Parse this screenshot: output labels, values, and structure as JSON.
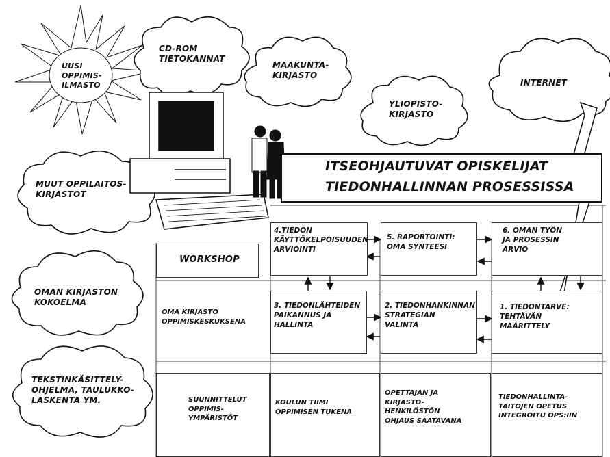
{
  "title": {
    "line1": "ITSEOHJAUTUVAT OPISKELIJAT",
    "line2": "TIEDONHALLINNAN PROSESSISSA"
  },
  "sun": {
    "text": "UUSI\nOPPIMIS-\nILMASTO"
  },
  "clouds": {
    "cdrom": "CD-ROM\nTIETOKANNAT",
    "maakunta": "MAAKUNTA-\nKIRJASTO",
    "yliopisto": "YLIOPISTO-\nKIRJASTO",
    "internet": "INTERNET",
    "muut": "MUUT OPPILAITOS-\nKIRJASTOT",
    "oman": "OMAN KIRJASTON\nKOKOELMA",
    "teksti": "TEKSTINKÄSITTELY-\nOHJELMA, TAULUKKO-\nLASKENTA YM."
  },
  "process": {
    "step4": "4.TIEDON\nKÄYTTÖKELPOISUUDEN\nARVIOINTI",
    "step5": "5. RAPORTOINTI:\nOMA SYNTEESI",
    "step6": "6. OMAN TYÖN\nJA PROSESSIN\nARVIO",
    "workshop": "WORKSHOP",
    "oma_kirjasto": "OMA KIRJASTO\nOPPIMISKESKUKSENA",
    "step3": "3. TIEDONLÄHTEIDEN\nPAIKANNUS JA\nHALLINTA",
    "step2": "2. TIEDONHANKINNAN\nSTRATEGIAN\nVALINTA",
    "step1": "1. TIEDONTARVE:\nTEHTÄVÄN\nMÄÄRITTELY"
  },
  "foundation": {
    "f1": "SUUNNITTELUT\nOPPIMIS-\nYMPÄRISTÖT",
    "f2": "KOULUN TIIMI\nOPPIMISEN TUKENA",
    "f3": "OPETTAJAN JA\nKIRJASTO-\nHENKILÖSTÖN\nOHJAUS SAATAVANA",
    "f4": "TIEDONHALLINTA-\nTAITOJEN OPETUS\nINTEGROITU OPS:IIN"
  }
}
